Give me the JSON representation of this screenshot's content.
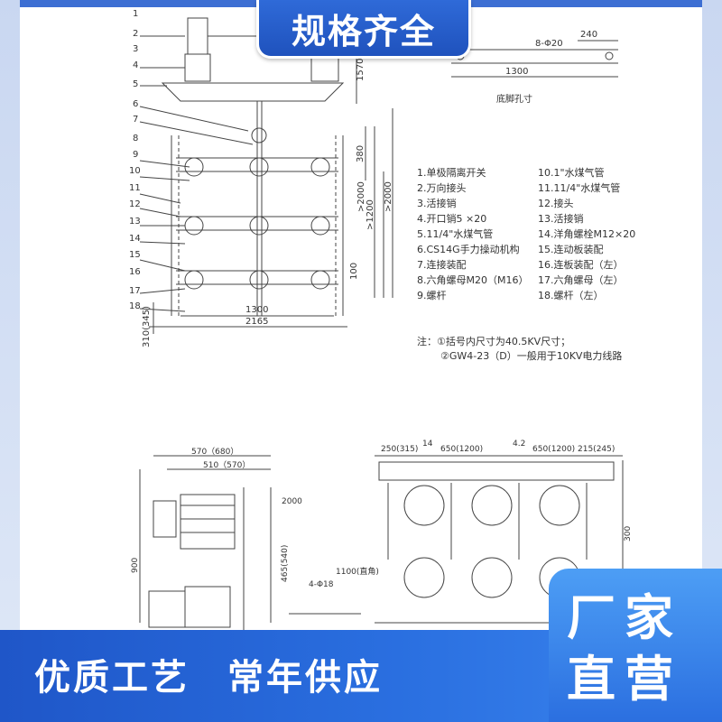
{
  "header": {
    "badge": "规格齐全"
  },
  "footer": {
    "slogan_1": "优质工艺",
    "slogan_2": "常年供应"
  },
  "corner": {
    "line_1": "厂家",
    "line_2": "直营"
  },
  "drawing": {
    "part_numbers": [
      "1",
      "2",
      "3",
      "4",
      "5",
      "6",
      "7",
      "8",
      "9",
      "10",
      "11",
      "12",
      "13",
      "14",
      "15",
      "16",
      "17",
      "18"
    ],
    "dims_top": {
      "dim_1570": "1570",
      "dim_380": "380",
      "dim_2000a": ">2000",
      "dim_1200": ">1200",
      "dim_2000b": ">2000",
      "dim_100": "100",
      "dim_1300": "1300",
      "dim_2165": "2165",
      "dim_310": "310(345)"
    },
    "base": {
      "dim_240": "240",
      "bolt": "8-Φ20",
      "width": "1300",
      "caption": "底脚孔寸"
    },
    "parts_list": [
      "1.单极隔离开关",
      "2.万向接头",
      "3.活接销",
      "4.开口销5 ×20",
      "5.11/4\"水煤气管",
      "6.CS14G手力操动机构",
      "7.连接装配",
      "8.六角螺母M20（M16）",
      "9.螺杆",
      "10.1\"水煤气管",
      "11.11/4\"水煤气管",
      "12.接头",
      "13.活接销",
      "14.洋角螺栓M12×20",
      "15.连动板装配",
      "16.连板装配（左）",
      "17.六角螺母（左）",
      "18.螺杆（左）"
    ],
    "notes": {
      "line_1": "注：①括号内尺寸为40.5KV尺寸；",
      "line_2": "②GW4-23（D）一般用于10KV电力线路"
    },
    "dims_bottom_left": {
      "d570": "570（680）",
      "d510": "510（570）",
      "d2000": "2000",
      "d900": "900",
      "d465": "465(540)",
      "d1100": "1100(直角)",
      "d4": "4-Φ18"
    },
    "dims_bottom_right": {
      "d250": "250(315)",
      "d14": "14",
      "d650a": "650(1200)",
      "d42": "4.2",
      "d650b": "650(1200)",
      "d215": "215(245)",
      "d300": "300"
    }
  }
}
